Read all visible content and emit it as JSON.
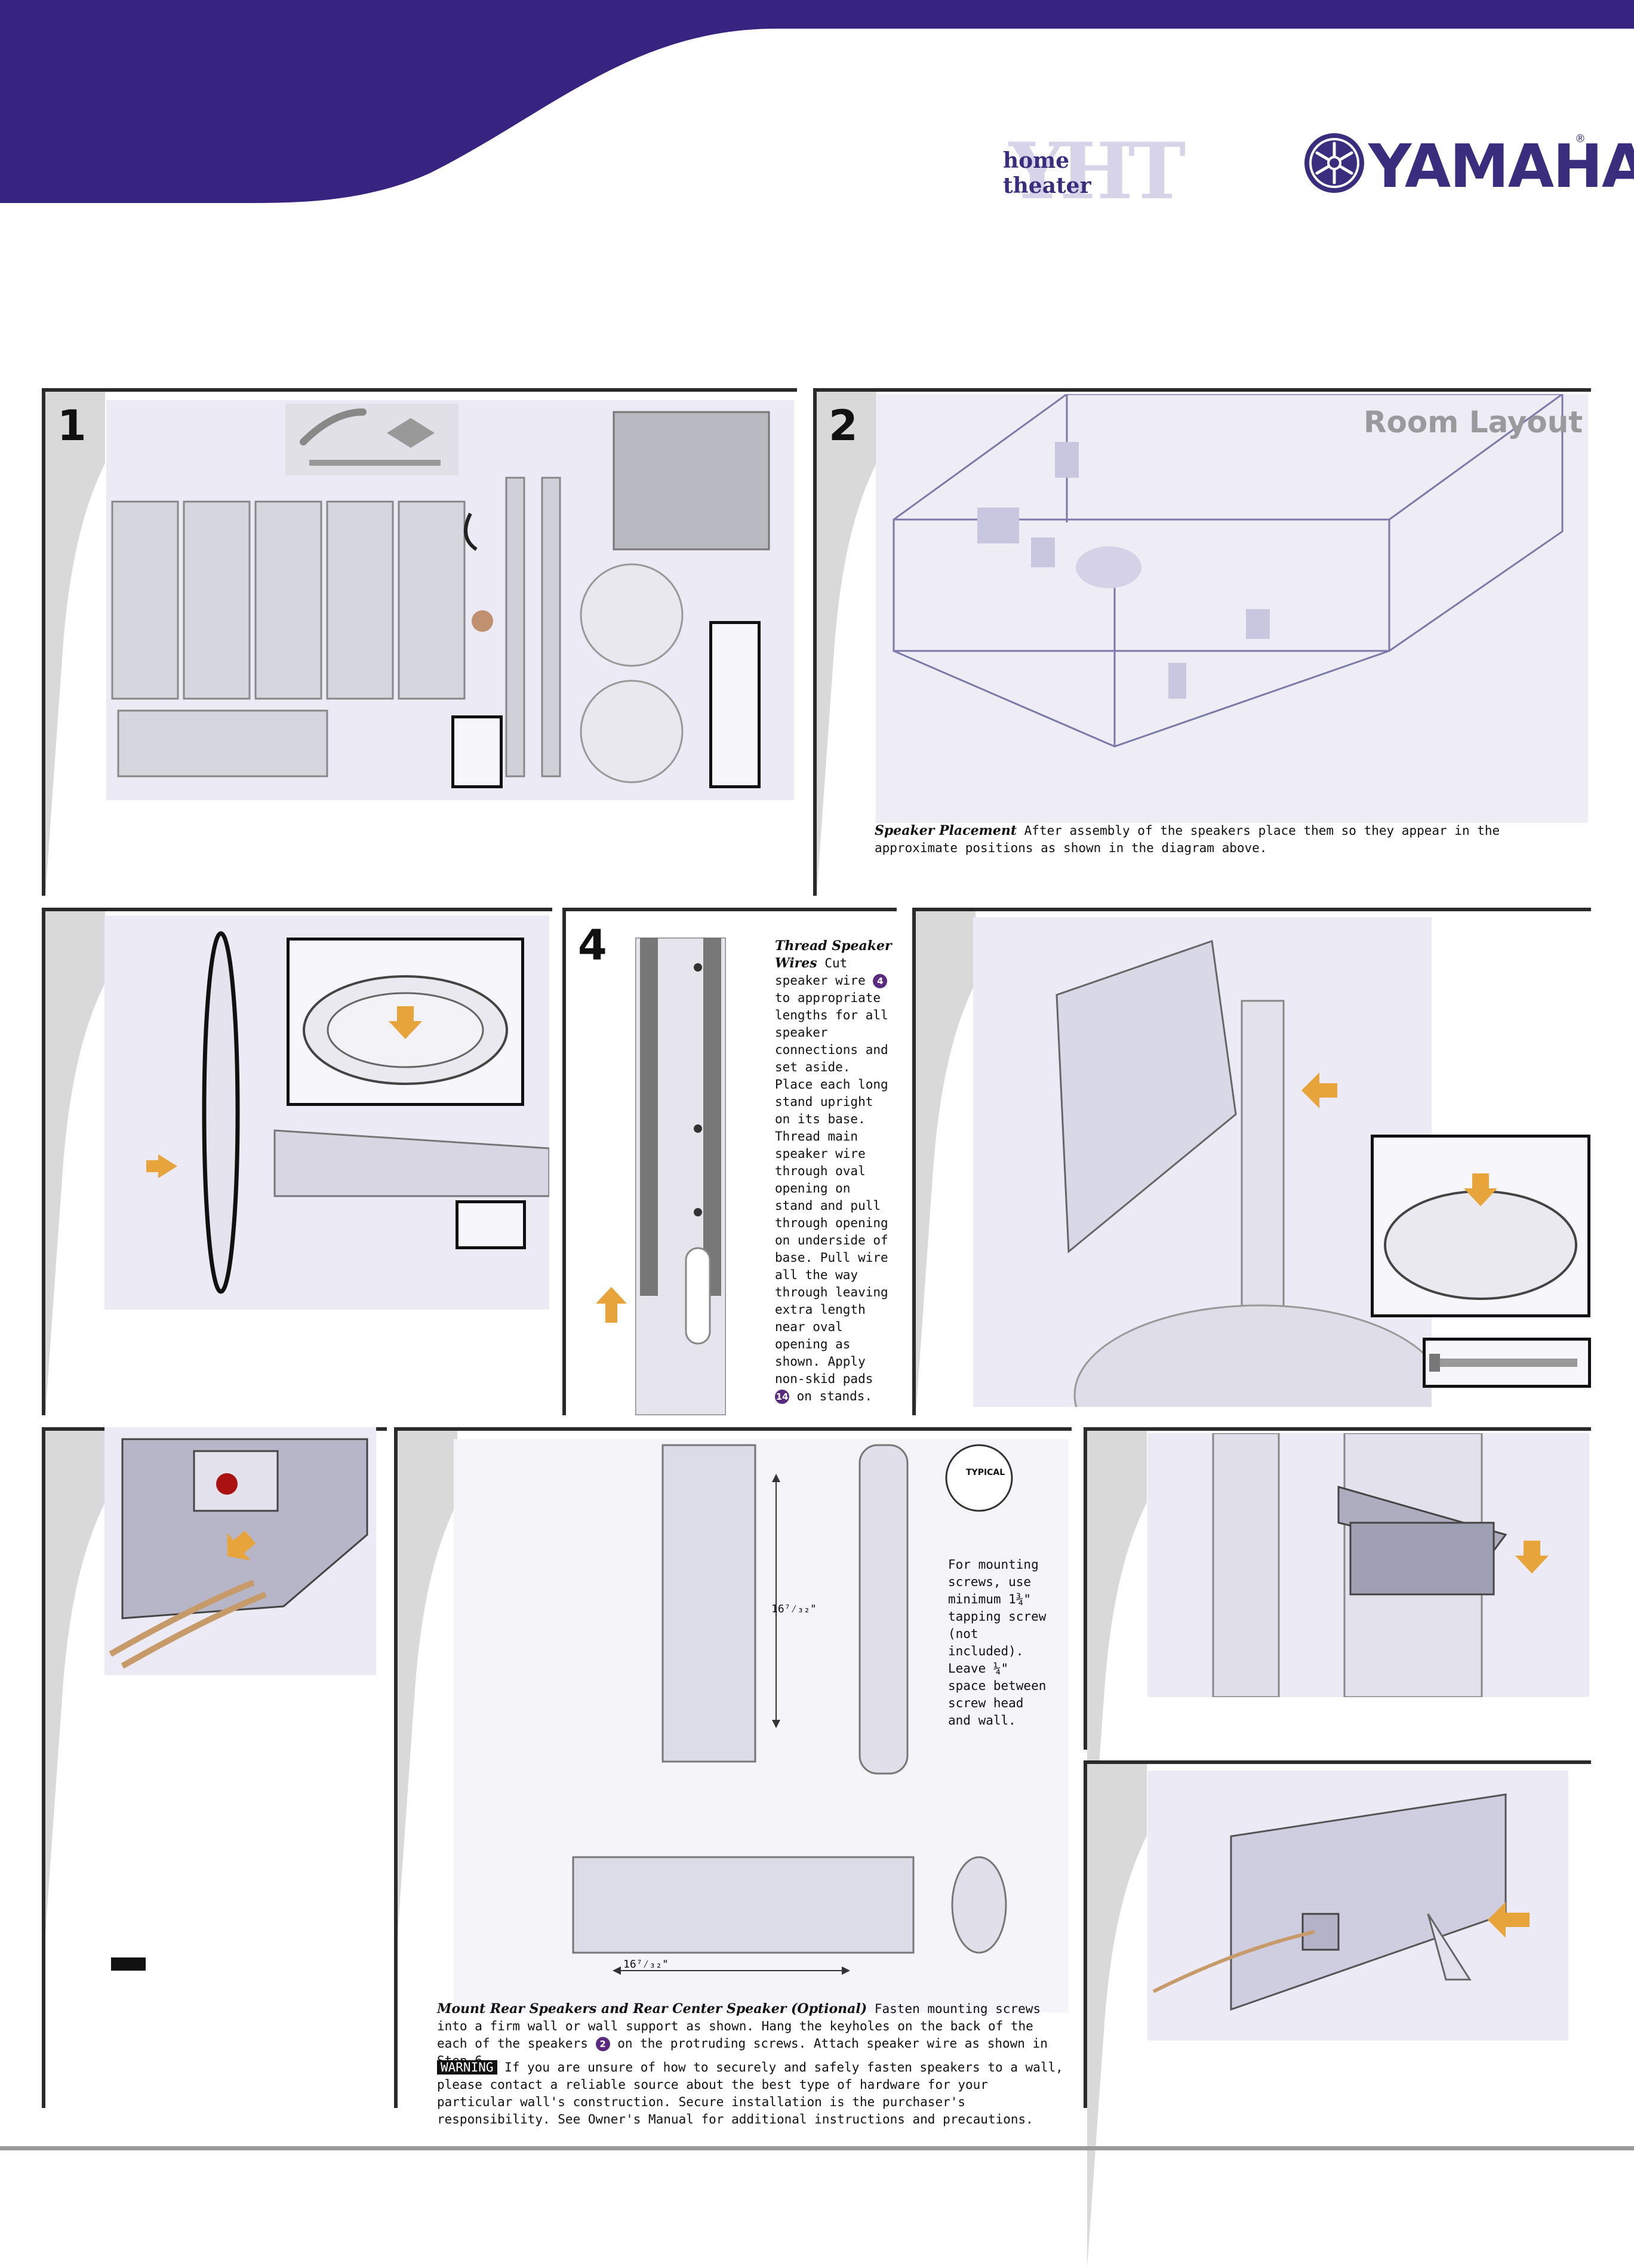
{
  "header": {
    "brand_ghost": "YHT",
    "brand_text": "home theater",
    "logo_word": "YAMAHA",
    "logo_reg": "®",
    "colors": {
      "header": "#372380",
      "accent": "#e6a43a",
      "badge": "#5a2a7e"
    }
  },
  "steps": {
    "s1": {
      "number": "1"
    },
    "s2": {
      "number": "2",
      "title": "Room Layout",
      "lead": "Speaker Placement",
      "text": "After assembly of the speakers place them so they appear in the approximate positions as shown in the diagram above."
    },
    "s4": {
      "number": "4",
      "lead": "Thread Speaker Wires",
      "text_a": "Cut speaker wire",
      "badge_a": "4",
      "text_b": "to appropriate lengths for all speaker connections and set aside. Place each long stand upright on its base. Thread main speaker wire through oval opening on stand and pull through opening on underside of base. Pull wire all the way through leaving extra length near oval opening as shown. Apply non-skid pads",
      "badge_b": "14",
      "text_c": "on stands."
    },
    "s8": {
      "typical": "TYPICAL",
      "dim_vertical": "16⁷⁄₃₂\"",
      "dim_horizontal": "16⁷⁄₃₂\"",
      "mount_note": "For mounting screws, use minimum 1¾\" tapping screw (not included). Leave ¼\" space between screw head and wall.",
      "lead": "Mount Rear Speakers and Rear Center Speaker (Optional)",
      "text_a": "Fasten mounting screws into a firm wall or wall support as shown. Hang the keyholes on the back of the each of the speakers",
      "badge": "2",
      "text_b": "on the protruding screws. Attach speaker wire as shown in Step 6.",
      "warning_label": "WARNING",
      "warning_text": "If you are unsure of how to securely and safely fasten speakers to a wall, please contact a reliable source about the best type of hardware for your particular wall's construction. Secure installation is the purchaser's responsibility. See Owner's Manual for additional instructions and precautions."
    }
  }
}
